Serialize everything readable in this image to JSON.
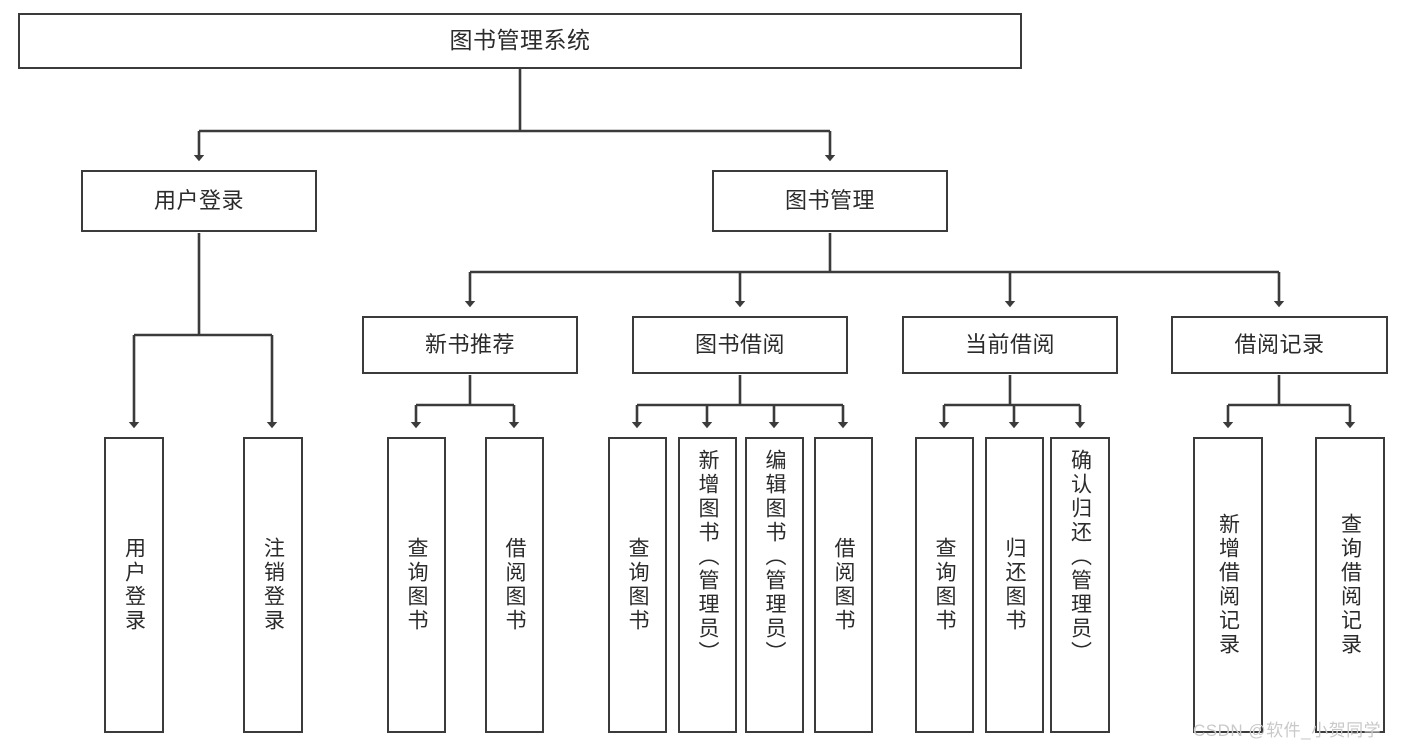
{
  "diagram": {
    "title": "图书管理系统",
    "type": "functional-decomposition-tree",
    "watermark": "CSDN @软件_小贺同学",
    "colors": {
      "box_border": "#3b3b3b",
      "box_fill": "#ffffff",
      "edge": "#3b3b3b",
      "text": "#2b2b2b",
      "watermark": "#c9c9c9"
    },
    "nodes": {
      "root": {
        "label": "图书管理系统"
      },
      "level2": [
        {
          "label": "用户登录"
        },
        {
          "label": "图书管理"
        }
      ],
      "level3": [
        {
          "label": "新书推荐"
        },
        {
          "label": "图书借阅"
        },
        {
          "label": "当前借阅"
        },
        {
          "label": "借阅记录"
        }
      ],
      "leaves": {
        "user_login": [
          {
            "label": "用户登录"
          },
          {
            "label": "注销登录"
          }
        ],
        "new_book_recommend": [
          {
            "label": "查询图书"
          },
          {
            "label": "借阅图书"
          }
        ],
        "book_borrow": [
          {
            "label": "查询图书"
          },
          {
            "label": "新增图书（管理员）"
          },
          {
            "label": "编辑图书（管理员）"
          },
          {
            "label": "借阅图书"
          }
        ],
        "current_borrow": [
          {
            "label": "查询图书"
          },
          {
            "label": "归还图书"
          },
          {
            "label": "确认归还（管理员）"
          }
        ],
        "borrow_record": [
          {
            "label": "新增借阅记录"
          },
          {
            "label": "查询借阅记录"
          }
        ]
      }
    }
  }
}
